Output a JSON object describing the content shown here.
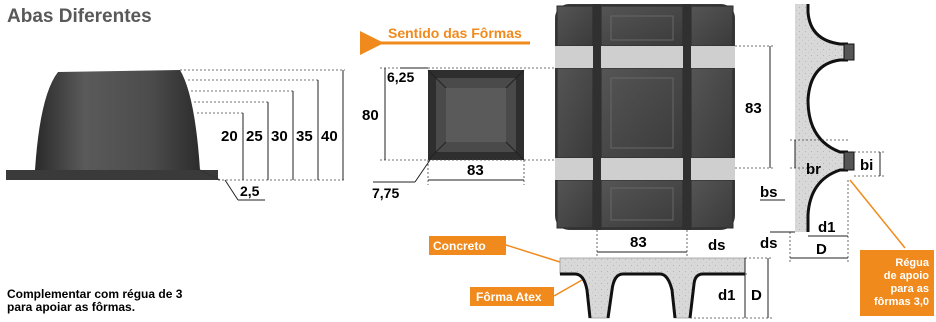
{
  "title": "Abas Diferentes",
  "note": "Complementar com régua de 3 para apoiar as fôrmas.",
  "arrow_label": "Sentido das Fôrmas",
  "flange_heights": [
    "20",
    "25",
    "30",
    "35",
    "40"
  ],
  "flange_base": "2,5",
  "plan": {
    "top_offset": "6,25",
    "height": "80",
    "width": "83",
    "bottom_offset": "7,75"
  },
  "panel_spacing": "83",
  "section_labels": {
    "concreto": "Concreto",
    "forma": "Fôrma Atex",
    "spacing": "83",
    "ds": "ds",
    "d1": "d1",
    "D": "D"
  },
  "side_labels": {
    "br": "br",
    "bi": "bi",
    "bs": "bs",
    "ds": "ds",
    "d1": "d1",
    "D": "D"
  },
  "regua_label": [
    "Régua",
    "de apoio",
    "para as",
    "fôrmas 3,0"
  ],
  "colors": {
    "accent": "#f08a1c",
    "dark": "#3a3a3a",
    "concrete": "#d9d9d9"
  }
}
